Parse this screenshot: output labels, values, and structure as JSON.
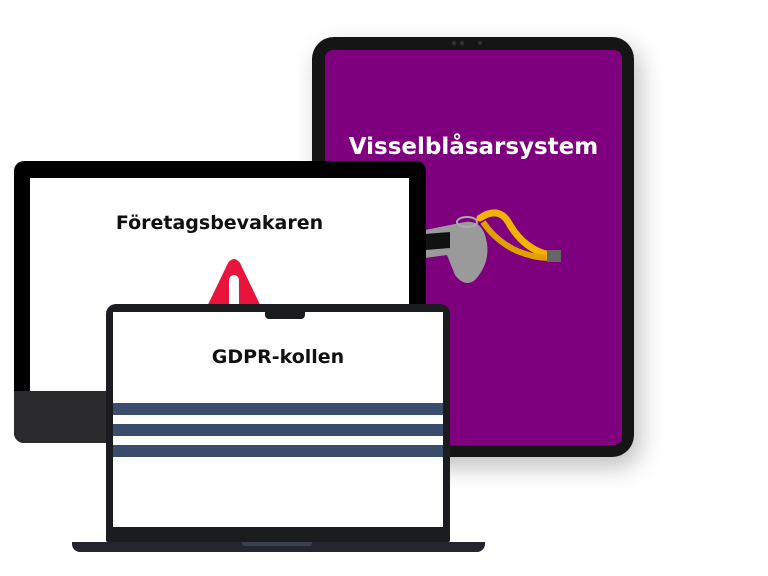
{
  "tablet": {
    "title": "Visselblåsarsystem",
    "image": "whistle-icon",
    "bg_color": "#7f007f"
  },
  "monitor": {
    "title": "Företagsbevakaren",
    "image": "warning-icon",
    "accent": "#e8143c"
  },
  "laptop": {
    "title": "GDPR-kollen",
    "stripe_color": "#3b4d6d"
  }
}
